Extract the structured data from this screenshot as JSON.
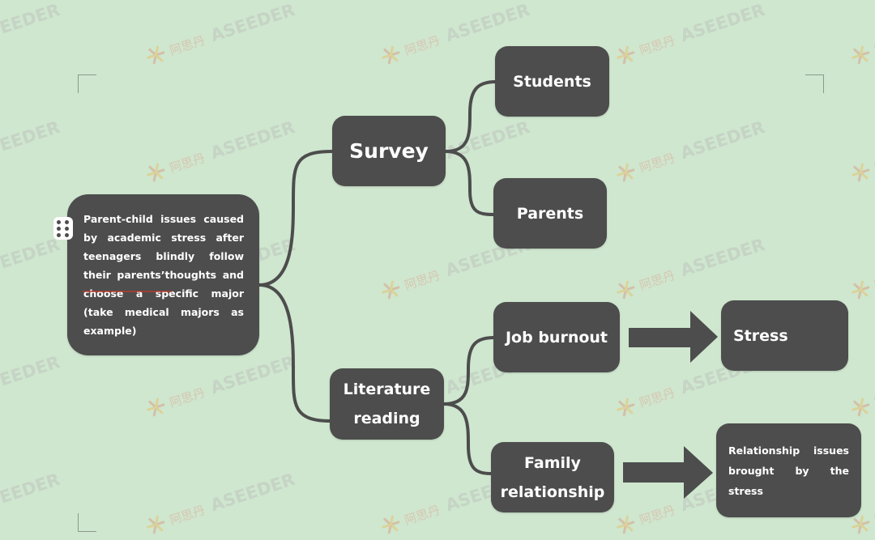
{
  "colors": {
    "background": "#cfe6cf",
    "node_fill": "#4d4d4d",
    "node_text": "#ffffff",
    "connector": "#4d4d4d"
  },
  "root": {
    "text": "Parent-child issues caused by academic stress after teenagers blindly follow their parents’thoughts and choose a specific major (take medical majors as example)"
  },
  "branches": {
    "survey": {
      "label": "Survey",
      "children": [
        "Students",
        "Parents"
      ]
    },
    "literature": {
      "label_line1": "Literature",
      "label_line2": "reading",
      "children": {
        "job_burnout": "Job burnout",
        "family_line1": "Family",
        "family_line2": "relationship"
      }
    }
  },
  "outcomes": {
    "stress": "Stress",
    "relationship_issues": "Relationship issues brought by the stress"
  },
  "watermark": {
    "brand": "ASEEDER",
    "cn": "阿思丹",
    "icon": "asterisk-logo-icon"
  }
}
